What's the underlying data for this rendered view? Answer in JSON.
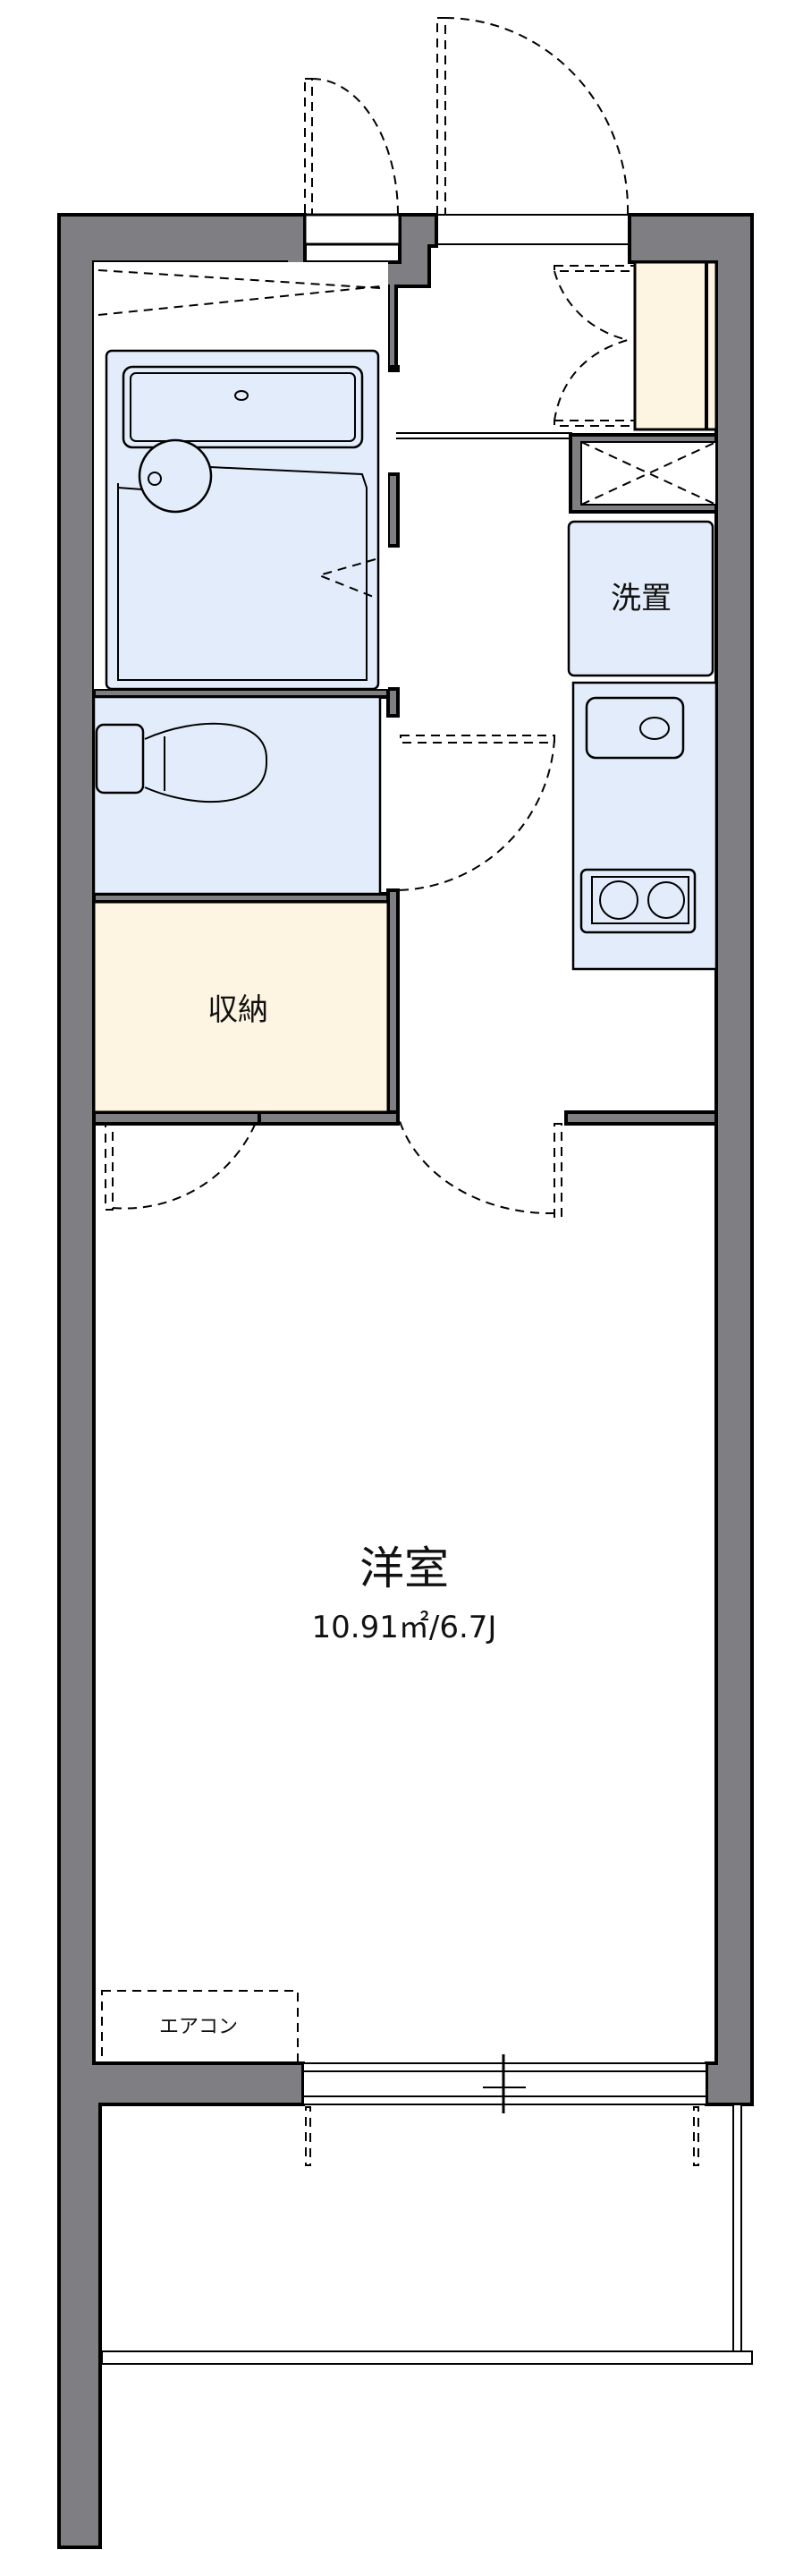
{
  "rooms": {
    "western_room": {
      "name": "洋室",
      "area": "10.91㎡/6.7J"
    },
    "storage": {
      "name": "収納"
    },
    "washer_space": {
      "name": "洗置"
    },
    "air_conditioner": {
      "name": "エアコン"
    }
  },
  "colors": {
    "wall": "#7f7f83",
    "wet_area": "#e3ecfa",
    "storage": "#fdf4e2"
  }
}
